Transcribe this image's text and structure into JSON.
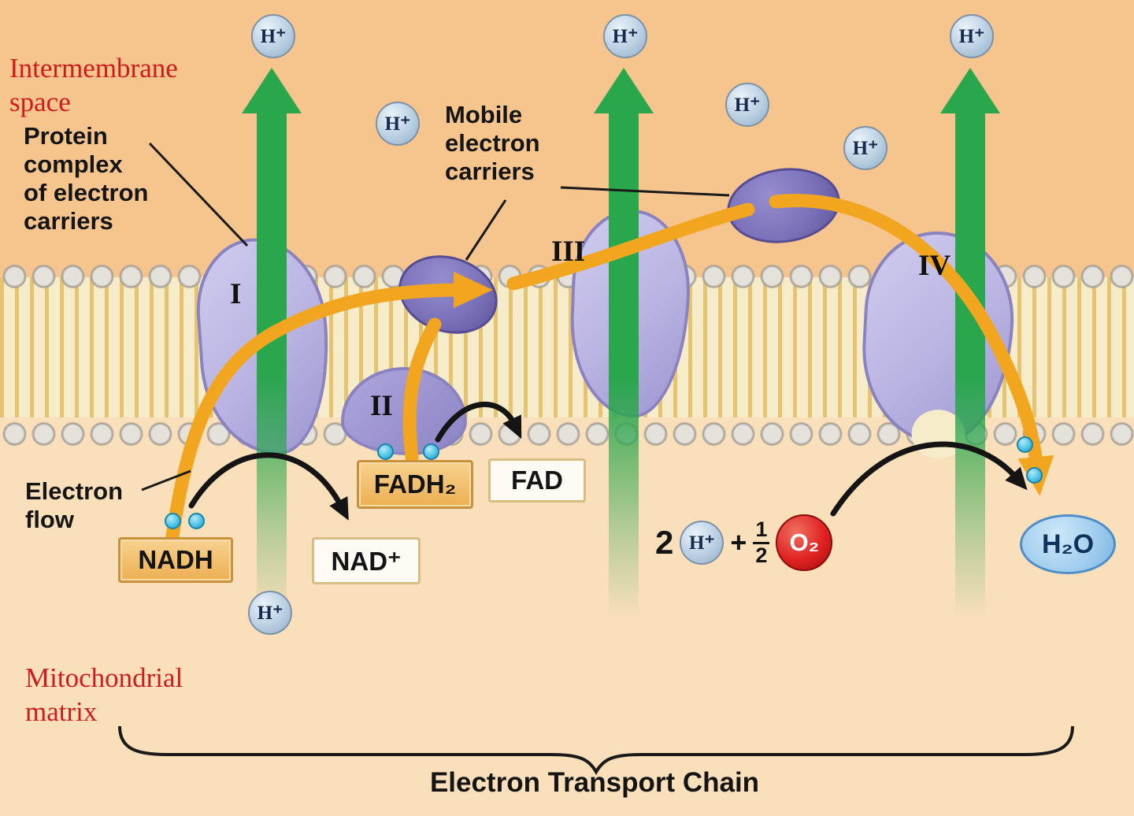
{
  "regions": {
    "intermembrane_space": [
      "Intermembrane",
      "space"
    ],
    "mitochondrial_matrix": [
      "Mitochondrial",
      "matrix"
    ]
  },
  "annotations": {
    "protein_complex": [
      "Protein",
      "complex",
      "of electron",
      "carriers"
    ],
    "mobile_carriers": [
      "Mobile",
      "electron",
      "carriers"
    ],
    "electron_flow": [
      "Electron",
      "flow"
    ]
  },
  "complex_numerals": {
    "c1": "I",
    "c2": "II",
    "c3": "III",
    "c4": "IV"
  },
  "molecules": {
    "h_plus": "H⁺",
    "nadh": "NADH",
    "nad_plus": "NAD⁺",
    "fadh2": "FADH₂",
    "fad": "FAD",
    "coefficient_two": "2",
    "plus_sign": "+",
    "fraction_numerator": "1",
    "fraction_denominator": "2",
    "oxygen": "O₂",
    "water": "H₂O"
  },
  "footer": {
    "title": "Electron Transport Chain"
  },
  "colors": {
    "intermembrane_bg": "#f6c48d",
    "matrix_bg": "#fadfbb",
    "label_red": "#cf1b1b",
    "complex_fill": "#b9b3e2",
    "carrier_fill": "#7b71b9",
    "pump_arrow_green": "#2aa64c",
    "electron_path_yellow": "#f2a51f",
    "electron_dot_cyan": "#4cc2e4"
  }
}
